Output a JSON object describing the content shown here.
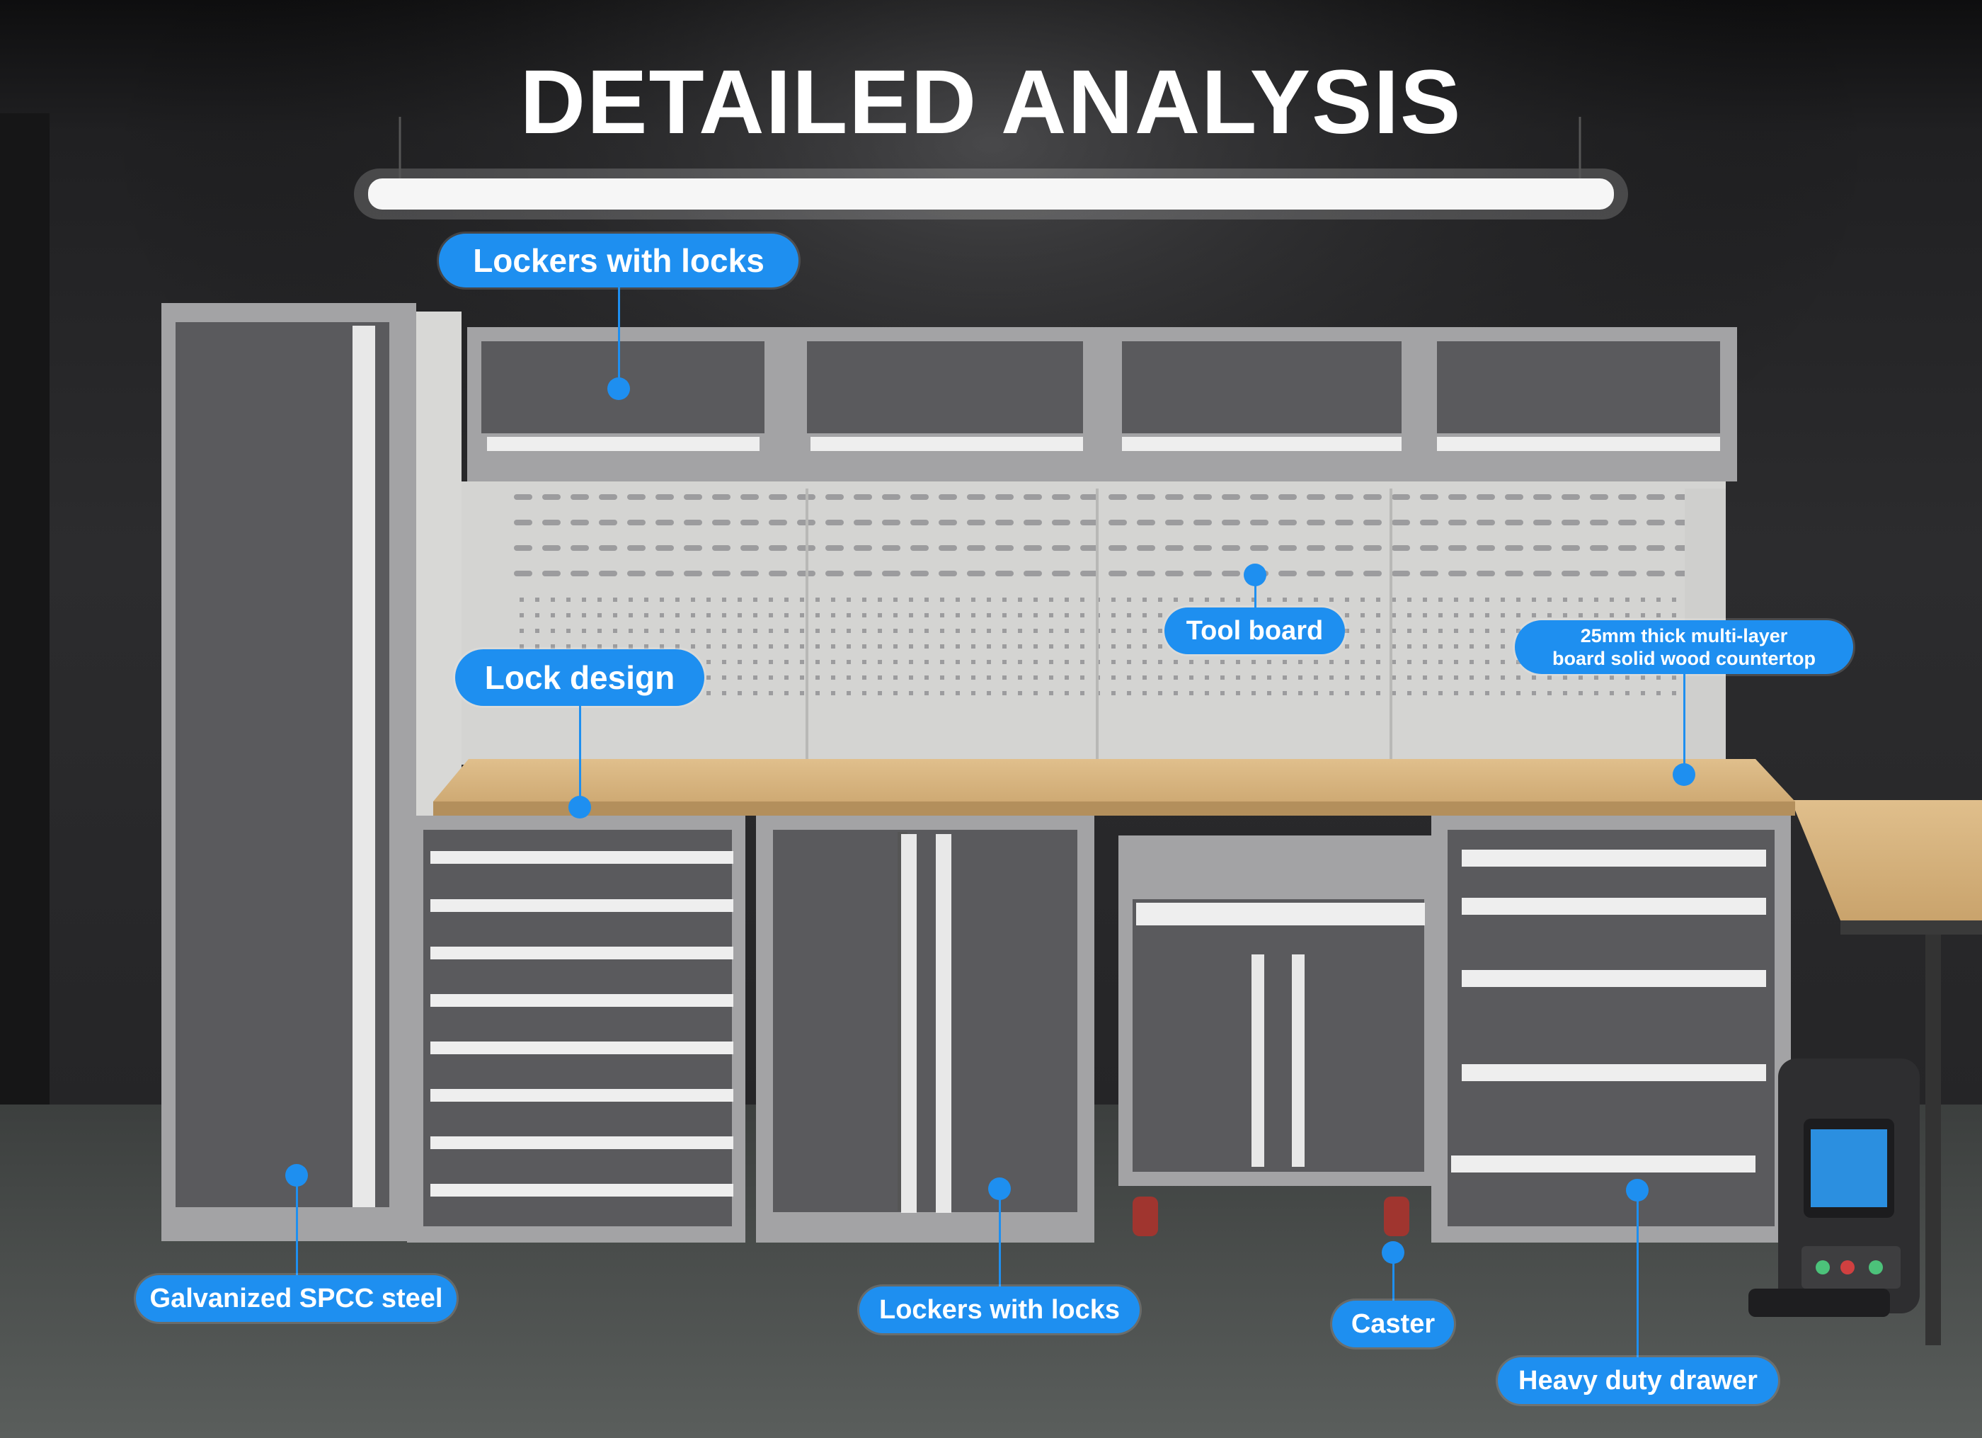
{
  "title": "DETAILED ANALYSIS",
  "callouts": {
    "lockers_top": "Lockers with locks",
    "tool_board": "Tool board",
    "countertop_line1": "25mm thick multi-layer",
    "countertop_line2": "board solid wood countertop",
    "lock_design": "Lock design",
    "steel": "Galvanized SPCC steel",
    "lockers_bottom": "Lockers with locks",
    "caster": "Caster",
    "drawer": "Heavy duty drawer"
  },
  "colors": {
    "accent": "#1e8ff0",
    "wall": "#2a2a2c",
    "cabinet_frame": "#9a9a9c",
    "cabinet_panel": "#5b5b5e",
    "countertop": "#d9b785",
    "floor": "#4a4d4c"
  }
}
